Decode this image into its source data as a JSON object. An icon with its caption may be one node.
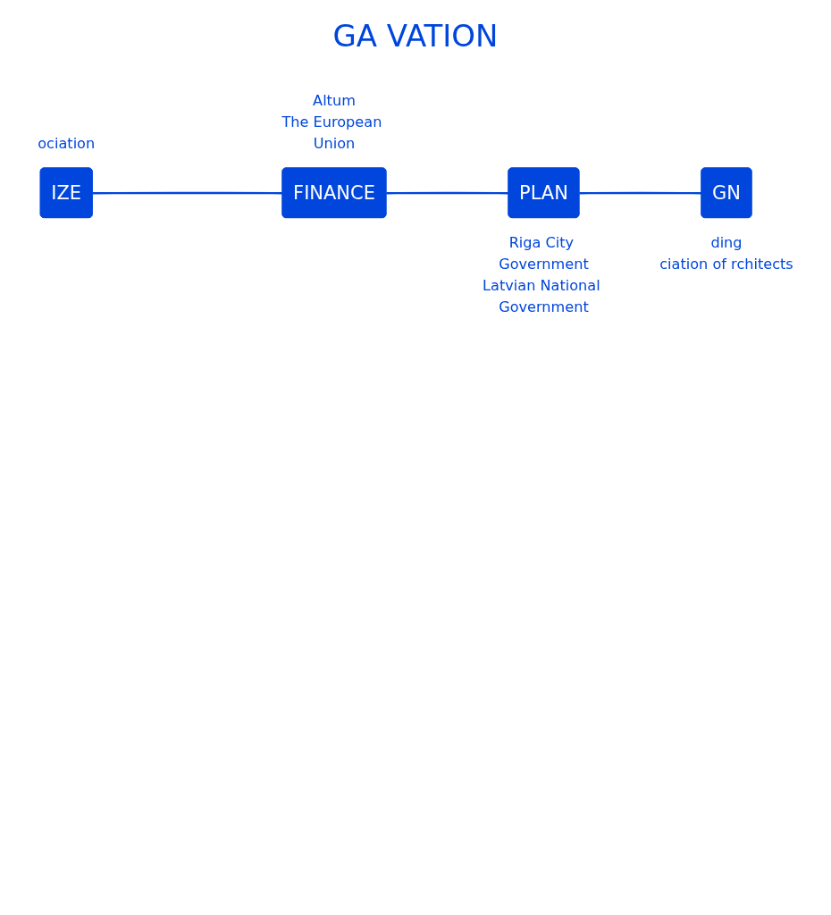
{
  "diagram": {
    "nodes": [
      {
        "text": [
          "IZE"
        ],
        "beside": [
          "ociation"
        ]
      },
      {
        "text": [
          "FINANCE"
        ],
        "beside": [
          "Altum",
          "The European Union"
        ]
      },
      {
        "text": [
          "GN"
        ],
        "beside": [
          "ding",
          "ciation of rchitects"
        ]
      },
      {
        "text": [
          "PLAN"
        ],
        "beside": [
          "Riga City Government",
          "Latvian National Government"
        ]
      }
    ],
    "edges": [
      {
        "from": 0,
        "to": 1,
        "arrow": "none"
      },
      {
        "from": 1,
        "to": 3,
        "arrow": "none"
      },
      {
        "from": 3,
        "to": 2,
        "arrow": "none"
      }
    ],
    "labels": [
      "GA VATION"
    ]
  }
}
